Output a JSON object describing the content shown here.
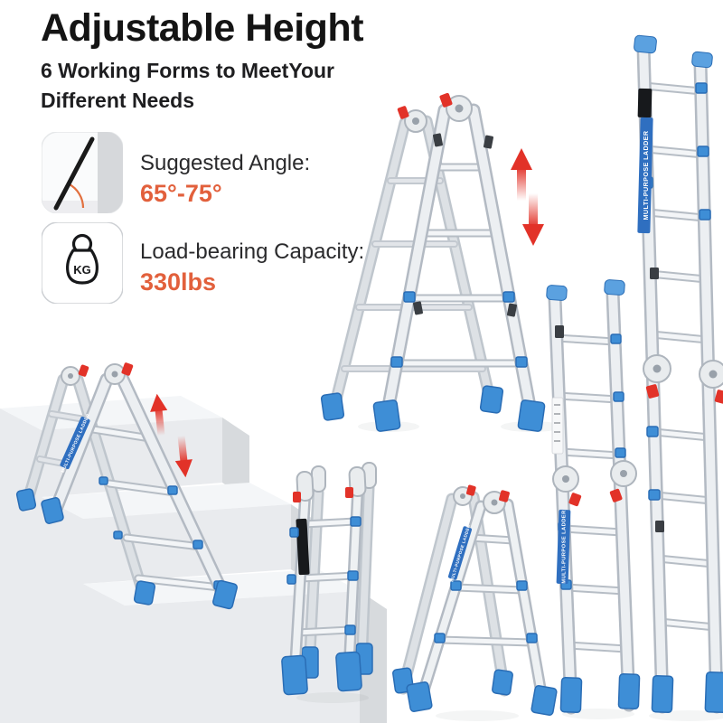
{
  "header": {
    "title": "Adjustable Height",
    "subtitle_line1": "6 Working Forms to MeetYour",
    "subtitle_line2": "Different Needs"
  },
  "features": {
    "angle": {
      "label": "Suggested Angle:",
      "value": "65°-75°"
    },
    "capacity": {
      "label": "Load-bearing Capacity:",
      "value": "330lbs"
    },
    "kg_badge": "KG"
  },
  "ladders": {
    "side_label": "MULTI-PURPOSE LADDER",
    "forms": [
      "stair-a-frame",
      "large-a-frame",
      "fully-extended",
      "half-folded",
      "fully-folded",
      "small-a-frame"
    ]
  },
  "colors": {
    "accent_orange": "#E2603C",
    "ladder_blue": "#3E8ED6",
    "lock_red": "#E23228",
    "title_black": "#141414"
  },
  "icons": {
    "angle": "angle-icon",
    "kg": "kg-weight-icon",
    "up_arrow": "up-arrow-icon",
    "down_arrow": "down-arrow-icon"
  }
}
